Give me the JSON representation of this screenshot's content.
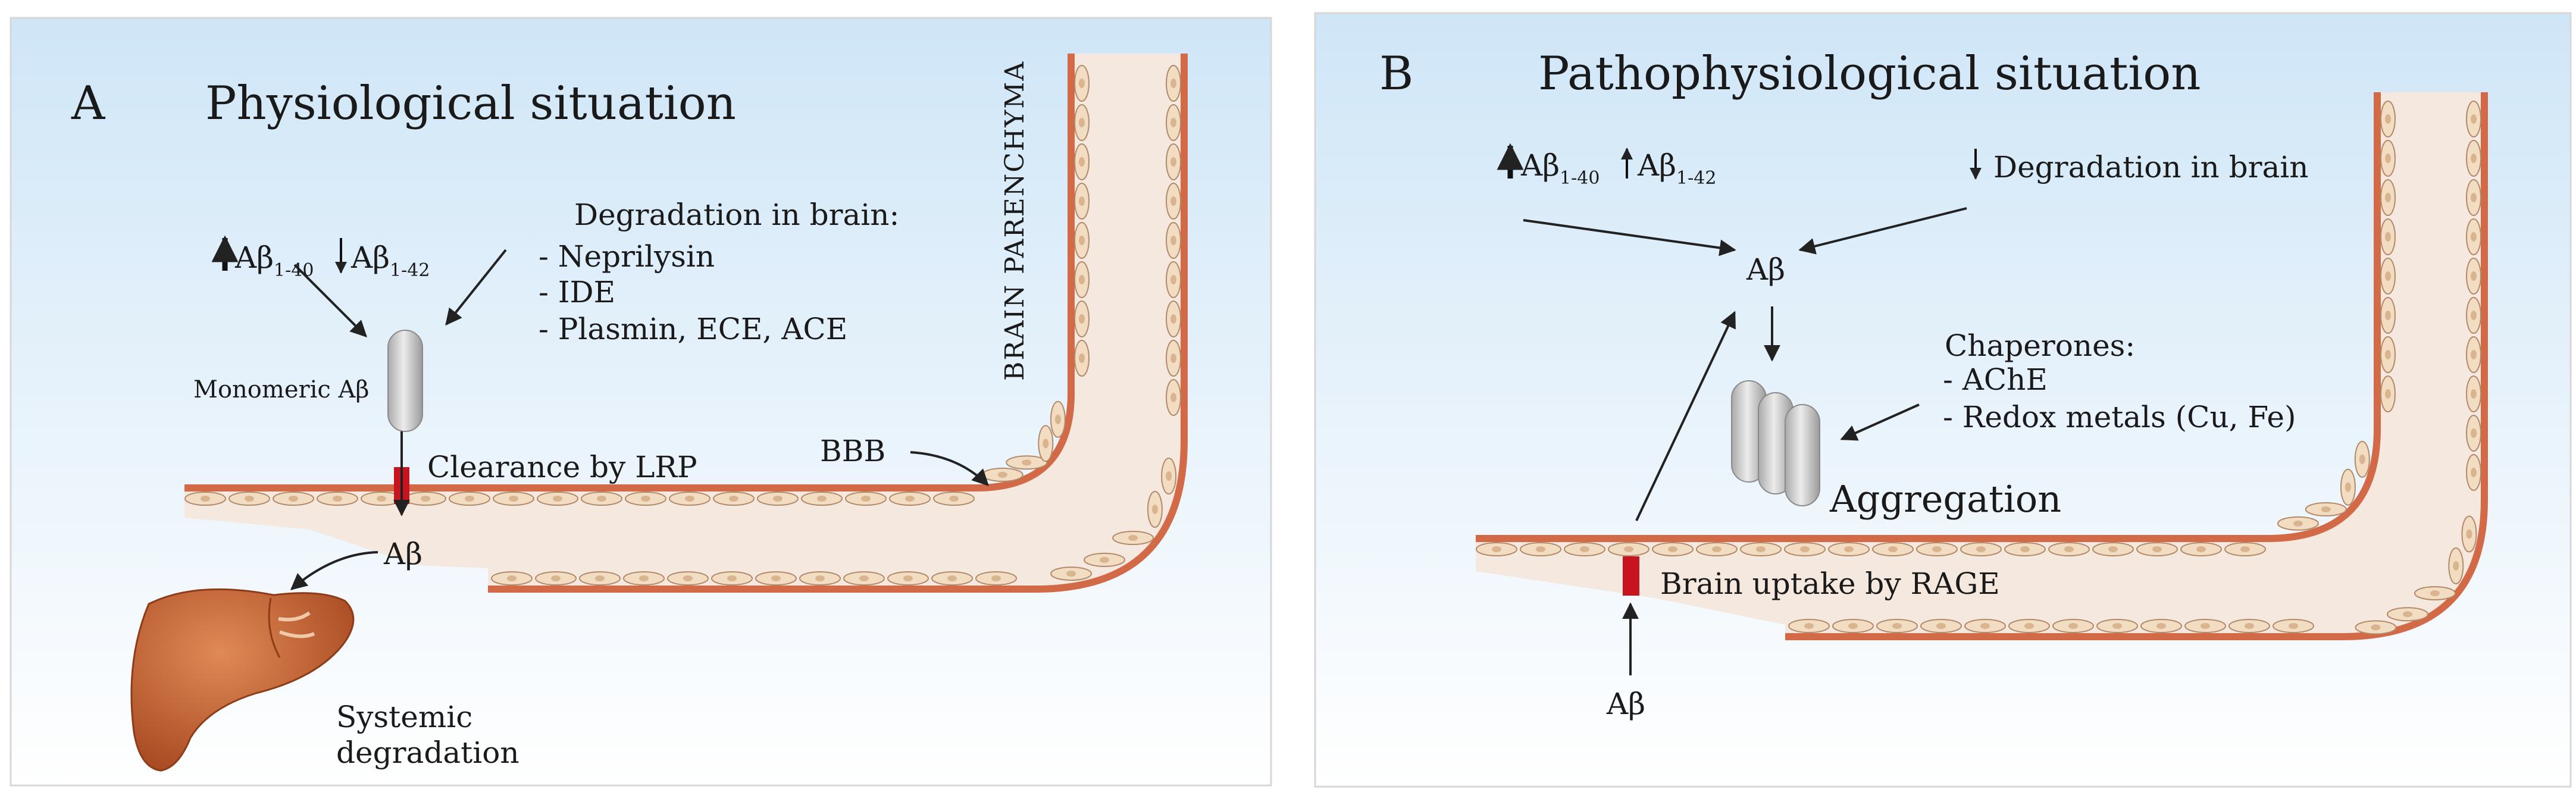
{
  "panel_a": {
    "letter": "A",
    "title": "Physiological situation",
    "ab40": "Aβ",
    "ab40_sub": "1-40",
    "ab42": "Aβ",
    "ab42_sub": "1-42",
    "degradation_heading": "Degradation in brain:",
    "degradation_items": [
      "- Neprilysin",
      "- IDE",
      "- Plasmin, ECE, ACE"
    ],
    "monomer_label": "Monomeric Aβ",
    "clearance_label": "Clearance by LRP",
    "bbb_label": "BBB",
    "parenchyma_label": "BRAIN PARENCHYMA",
    "ab_blood": "Aβ",
    "systemic_line1": "Systemic",
    "systemic_line2": "degradation"
  },
  "panel_b": {
    "letter": "B",
    "title": "Pathophysiological situation",
    "ab40": "Aβ",
    "ab40_sub": "1-40",
    "ab42": "Aβ",
    "ab42_sub": "1-42",
    "degradation_label": "Degradation in brain",
    "ab_center": "Aβ",
    "chaperones_heading": "Chaperones:",
    "chaperone_items": [
      "- AChE",
      "- Redox metals (Cu, Fe)"
    ],
    "aggregation_label": "Aggregation",
    "uptake_label": "Brain uptake by RAGE",
    "ab_blood": "Aβ"
  },
  "colors": {
    "sky_top": "#cfe6f7",
    "vessel_fill": "#f5e8df",
    "vessel_wall": "#d26a48",
    "cell": "#f2dcc2",
    "receptor": "#c8141e",
    "liver": "#c4602e",
    "peptide": "#c9c9c9"
  }
}
